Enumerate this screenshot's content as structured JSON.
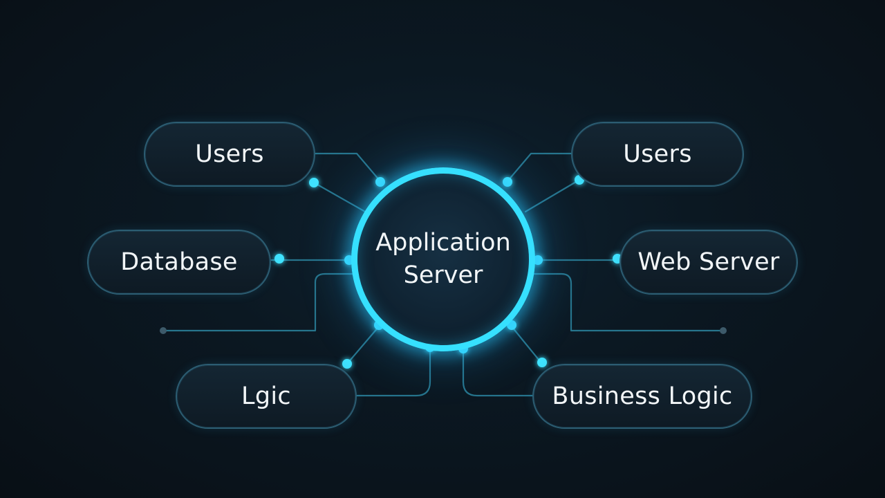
{
  "hub": {
    "line1": "Application",
    "line2": "Server"
  },
  "nodes": {
    "users_left": "Users",
    "users_right": "Users",
    "database": "Database",
    "web_server": "Web Server",
    "logic": "Lgic",
    "business_logic": "Business Logic"
  },
  "colors": {
    "background": "#0b1822",
    "hub_ring": "#36e0ff",
    "pill_border": "#2c5d72",
    "connector": "#2a7f99",
    "dot": "#3fe3ff",
    "dim_dot": "#3d5a6a",
    "text": "#f2f6f8"
  }
}
